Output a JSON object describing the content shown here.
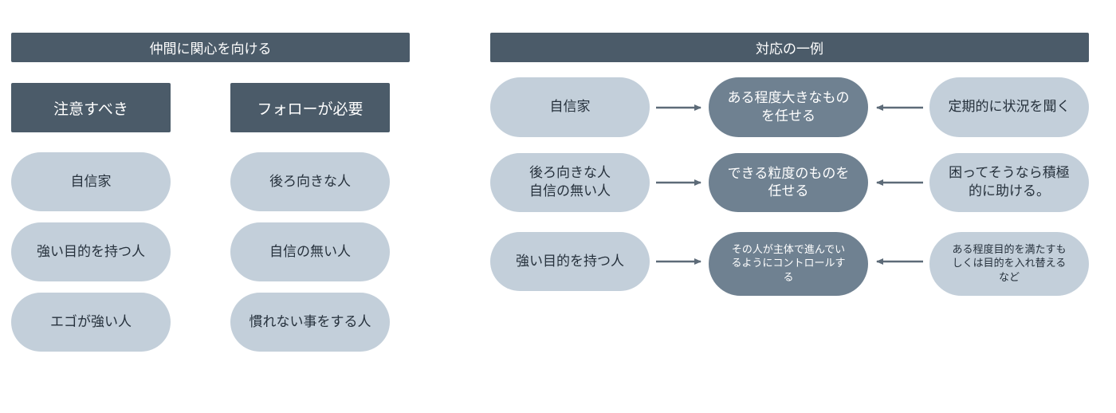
{
  "left_panel": {
    "title": "仲間に関心を向ける",
    "columns": [
      {
        "header": "注意すべき",
        "items": [
          "自信家",
          "強い目的を持つ人",
          "エゴが強い人"
        ]
      },
      {
        "header": "フォローが必要",
        "items": [
          "後ろ向きな人",
          "自信の無い人",
          "慣れない事をする人"
        ]
      }
    ]
  },
  "right_panel": {
    "title": "対応の一例",
    "rows": [
      {
        "person": "自信家",
        "action": "ある程度大きなもの\nを任せる",
        "approach": "定期的に状況を聞く"
      },
      {
        "person": "後ろ向きな人\n自信の無い人",
        "action": "できる粒度のものを\n任せる",
        "approach": "困ってそうなら積極\n的に助ける。"
      },
      {
        "person": "強い目的を持つ人",
        "action": "その人が主体で進んでい\nるようにコントロールす\nる",
        "approach": "ある程度目的を満たすも\nしくは目的を入れ替える\nなど"
      }
    ]
  },
  "colors": {
    "banner": "#4b5b69",
    "pill_light": "#c3cfda",
    "pill_dark": "#6f8191",
    "arrow": "#5d6b78"
  }
}
